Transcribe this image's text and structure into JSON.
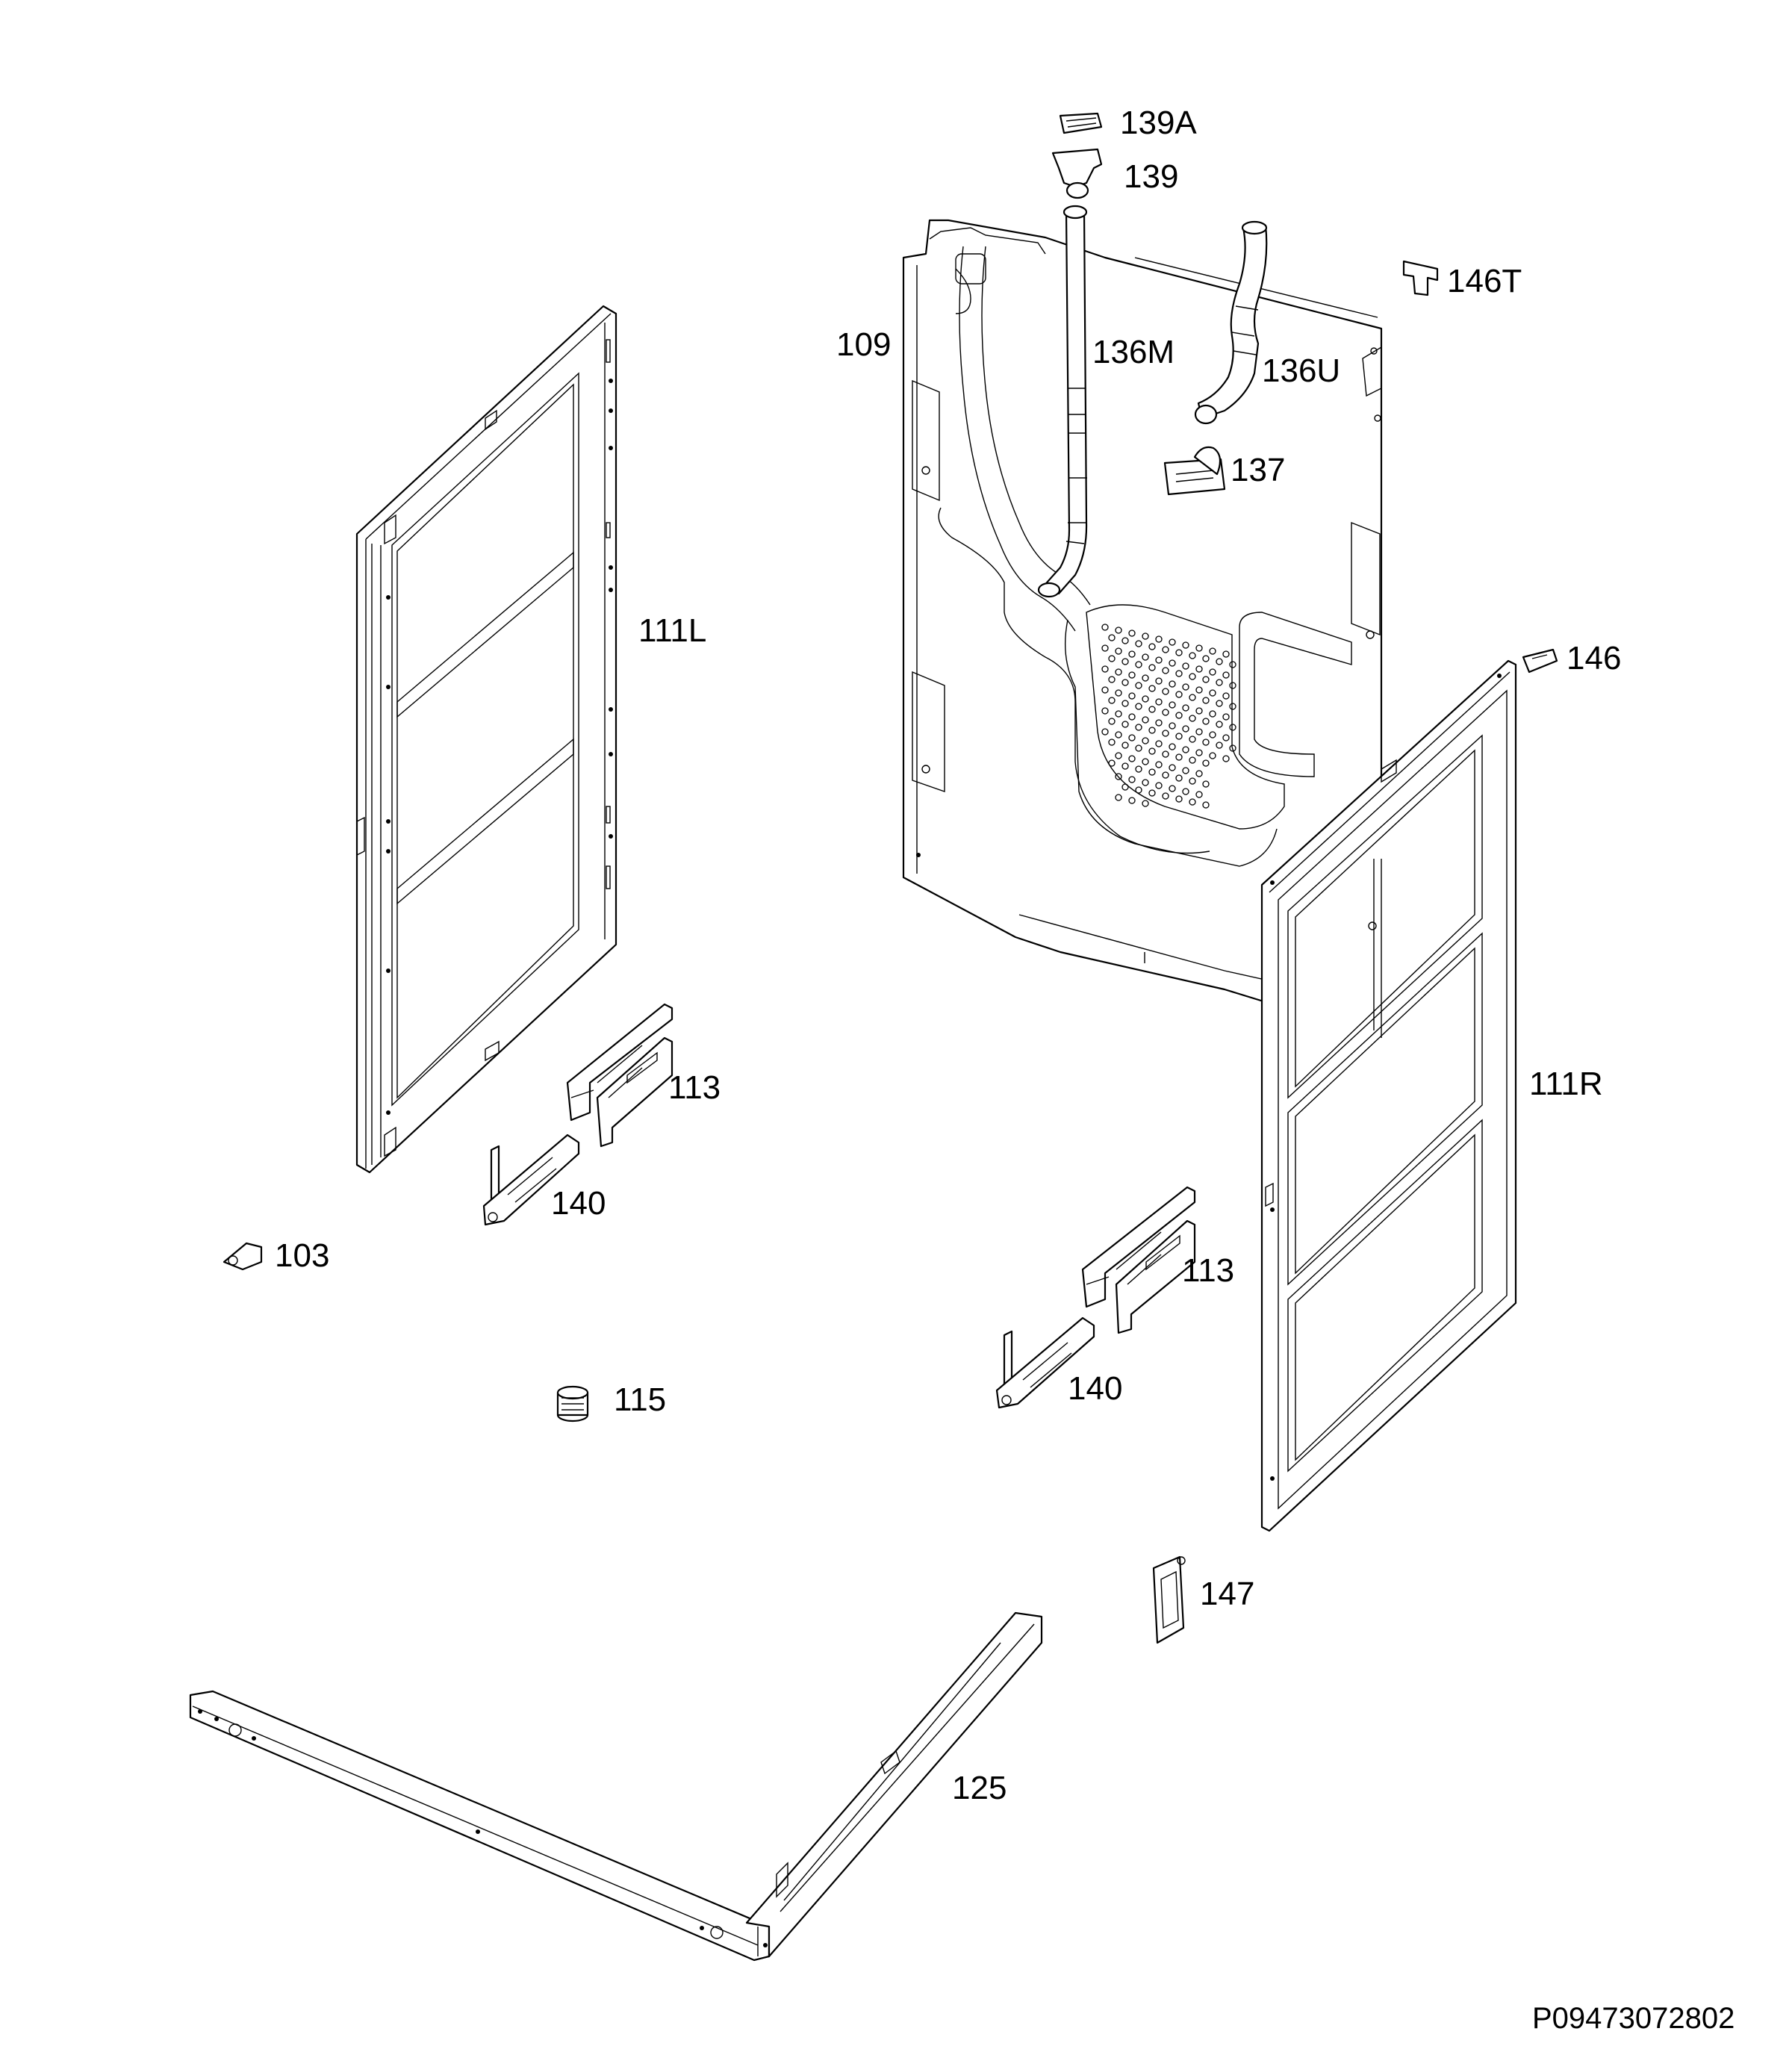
{
  "drawing_code": "P09473072802",
  "labels": {
    "p139a": "139A",
    "p139": "139",
    "p146t": "146T",
    "p109": "109",
    "p136m": "136M",
    "p136u": "136U",
    "p137": "137",
    "p111l": "111L",
    "p146": "146",
    "p113a": "113",
    "p113b": "113",
    "p111r": "111R",
    "p140a": "140",
    "p140b": "140",
    "p103": "103",
    "p115": "115",
    "p147": "147",
    "p125": "125"
  }
}
